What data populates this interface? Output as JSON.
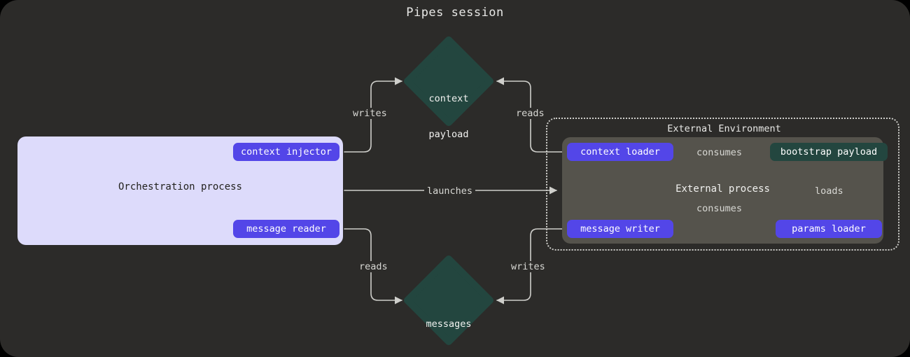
{
  "title": "Pipes session",
  "colors": {
    "page_background": "#2c2b29",
    "orchestration_fill": "#dddbfb",
    "external_process_fill": "#55534c",
    "pill_purple": "#5346e8",
    "pill_teal": "#23463f",
    "edge_stroke": "#cfcfcb"
  },
  "clusters": {
    "orchestration": {
      "label": "Orchestration process"
    },
    "external_environment": {
      "label": "External Environment"
    },
    "external_process": {
      "label": "External process"
    }
  },
  "nodes": {
    "context_payload": {
      "label_line1": "context",
      "label_line2": "payload",
      "shape": "diamond"
    },
    "messages": {
      "label_line1": "messages",
      "label_line2": "",
      "shape": "diamond"
    },
    "context_injector": {
      "label": "context injector",
      "shape": "pill",
      "color": "purple"
    },
    "message_reader": {
      "label": "message reader",
      "shape": "pill",
      "color": "purple"
    },
    "context_loader": {
      "label": "context loader",
      "shape": "pill",
      "color": "purple"
    },
    "message_writer": {
      "label": "message writer",
      "shape": "pill",
      "color": "purple"
    },
    "params_loader": {
      "label": "params loader",
      "shape": "pill",
      "color": "purple"
    },
    "bootstrap_payload": {
      "label": "bootstrap payload",
      "shape": "pill",
      "color": "teal"
    }
  },
  "edges": [
    {
      "id": "writes-context",
      "label": "writes",
      "from": "context_injector",
      "to": "context_payload"
    },
    {
      "id": "reads-context",
      "label": "reads",
      "from": "context_loader",
      "to": "context_payload"
    },
    {
      "id": "launches",
      "label": "launches",
      "from": "orchestration",
      "to": "external_process"
    },
    {
      "id": "reads-messages",
      "label": "reads",
      "from": "message_reader",
      "to": "messages"
    },
    {
      "id": "writes-messages",
      "label": "writes",
      "from": "message_writer",
      "to": "messages"
    },
    {
      "id": "consumes-context",
      "label": "consumes",
      "from": "context_loader",
      "to": "bootstrap_payload"
    },
    {
      "id": "consumes-writer",
      "label": "consumes",
      "from": "message_writer",
      "to": "bootstrap_payload"
    },
    {
      "id": "loads-params",
      "label": "loads",
      "from": "params_loader",
      "to": "bootstrap_payload"
    }
  ]
}
